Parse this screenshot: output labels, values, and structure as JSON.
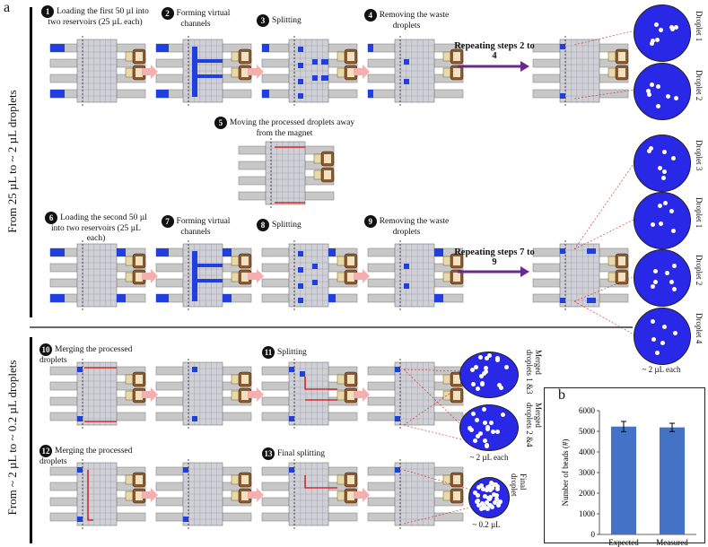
{
  "panel_a": {
    "letter": "a",
    "side_top": "From 25 µL to ~ 2 µL droplets",
    "side_bottom": "From ~ 2 µL to ~ 0.2 µL droplets",
    "steps": [
      {
        "n": "1",
        "text": "Loading the first 50 µl into two reservoirs (25 µL each)"
      },
      {
        "n": "2",
        "text": "Forming virtual channels"
      },
      {
        "n": "3",
        "text": "Splitting"
      },
      {
        "n": "4",
        "text": "Removing the waste droplets"
      },
      {
        "n": "5",
        "text": "Moving the processed droplets away from the magnet"
      },
      {
        "n": "6",
        "text": "Loading the second 50 µl into two reservoirs (25 µL each)"
      },
      {
        "n": "7",
        "text": "Forming virtual channels"
      },
      {
        "n": "8",
        "text": "Splitting"
      },
      {
        "n": "9",
        "text": "Removing the waste droplets"
      },
      {
        "n": "10",
        "text": "Merging the processed droplets"
      },
      {
        "n": "11",
        "text": "Splitting"
      },
      {
        "n": "12",
        "text": "Merging the processed droplets"
      },
      {
        "n": "13",
        "text": "Final splitting"
      }
    ],
    "repeat_1": "Repeating steps 2 to 4",
    "repeat_2": "Repeating steps 7 to 9",
    "droplets": {
      "d1": "Droplet 1",
      "d2": "Droplet 2",
      "d3": "Droplet 3",
      "d1b": "Droplet 1",
      "d2b": "Droplet 2",
      "d4": "Droplet 4",
      "each_2ul": "~ 2 µL each",
      "merged13": "Merged droplets 1 &3",
      "merged24": "Merged droplets 2 &4",
      "each_2ul_b": "~ 2 µL each",
      "final": "Final droplet",
      "final_vol": "~ 0.2 µL"
    }
  },
  "panel_b": {
    "letter": "b",
    "chart_data": {
      "type": "bar",
      "categories": [
        "Expected",
        "Measured"
      ],
      "values": [
        5230,
        5190
      ],
      "errors": [
        250,
        200
      ],
      "ylabel": "Number of beads (#)",
      "ylim": [
        0,
        6000
      ],
      "yticks": [
        "0",
        "1000",
        "2000",
        "3000",
        "4000",
        "5000",
        "6000"
      ],
      "bar_color": "#4472c4"
    }
  }
}
